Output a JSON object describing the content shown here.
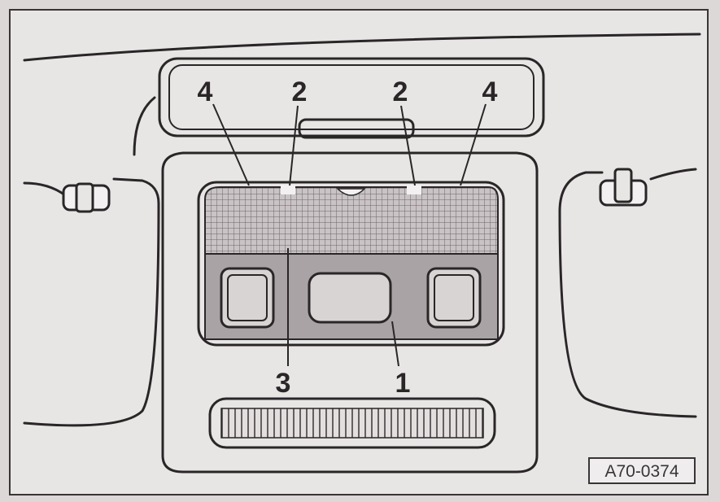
{
  "figure": {
    "code": "A70-0374",
    "callouts": [
      {
        "label": "4",
        "part": "left-edge"
      },
      {
        "label": "2",
        "part": "left-clip"
      },
      {
        "label": "2",
        "part": "right-clip"
      },
      {
        "label": "4",
        "part": "right-edge"
      },
      {
        "label": "3",
        "part": "lens-cover"
      },
      {
        "label": "1",
        "part": "interior-light-housing"
      }
    ]
  },
  "colors": {
    "background": "#e8e5e5",
    "line": "#2a2628"
  }
}
